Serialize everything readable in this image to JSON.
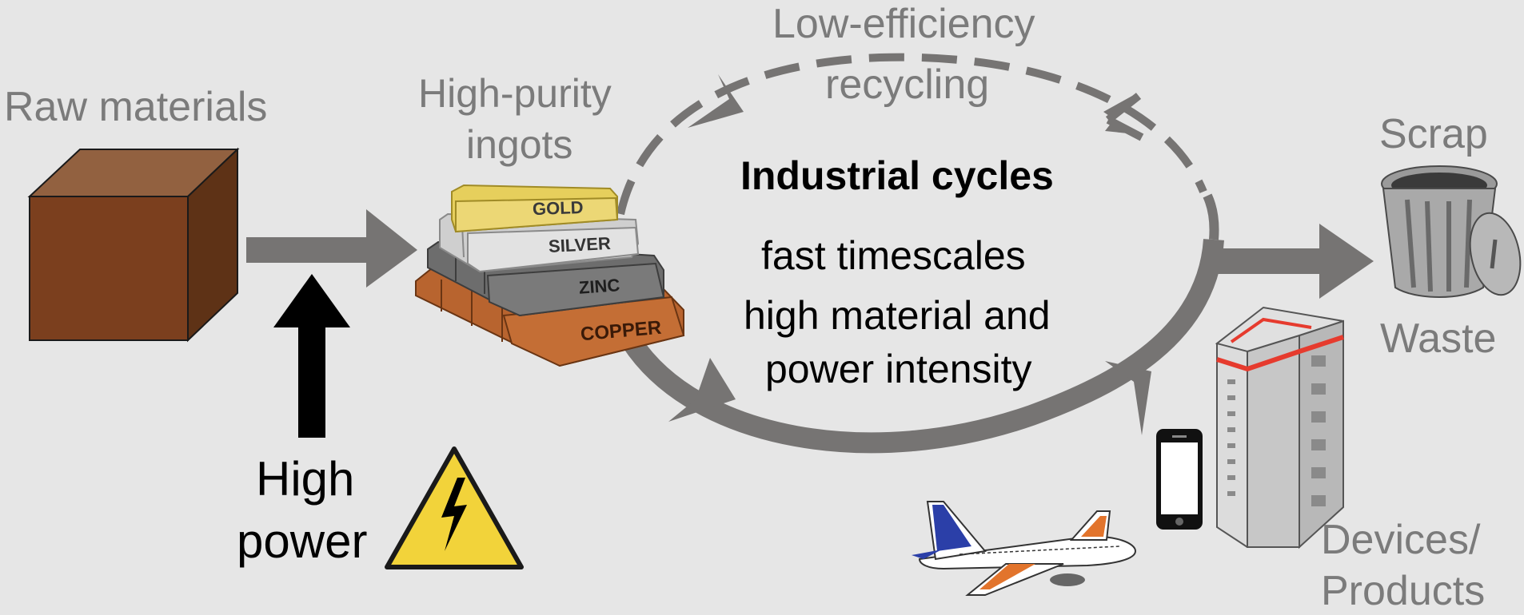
{
  "labels": {
    "raw_materials": "Raw materials",
    "ingots_line1": "High-purity",
    "ingots_line2": "ingots",
    "recycling_line1": "Low-efficiency",
    "recycling_line2": "recycling",
    "title": "Industrial cycles",
    "body_line1": "fast timescales",
    "body_line2": "high material and",
    "body_line3": "power intensity",
    "scrap": "Scrap",
    "waste": "Waste",
    "power_line1": "High",
    "power_line2": "power",
    "devices_line1": "Devices/",
    "devices_line2": "Products"
  },
  "ingots": {
    "gold": "GOLD",
    "silver": "SILVER",
    "zinc": "ZINC",
    "copper": "COPPER"
  },
  "colors": {
    "background": "#e6e6e6",
    "label_gray": "#7b7b7b",
    "arrow_gray": "#767473",
    "cube_front": "#7b3f1e",
    "cube_top": "#926140",
    "cube_side": "#5e3216",
    "gold": "#e6cf5c",
    "silver": "#d8d8d8",
    "zinc": "#6d6d6d",
    "copper": "#b8642f",
    "warning_yellow": "#f2d33a",
    "building_red": "#e63b2e",
    "plane_blue": "#2b3fa8",
    "plane_orange": "#e2742c"
  },
  "icons": [
    "cube-icon",
    "ingot-stack-icon",
    "trash-can-icon",
    "high-voltage-warning-icon",
    "smartphone-icon",
    "building-icon",
    "airplane-icon"
  ]
}
